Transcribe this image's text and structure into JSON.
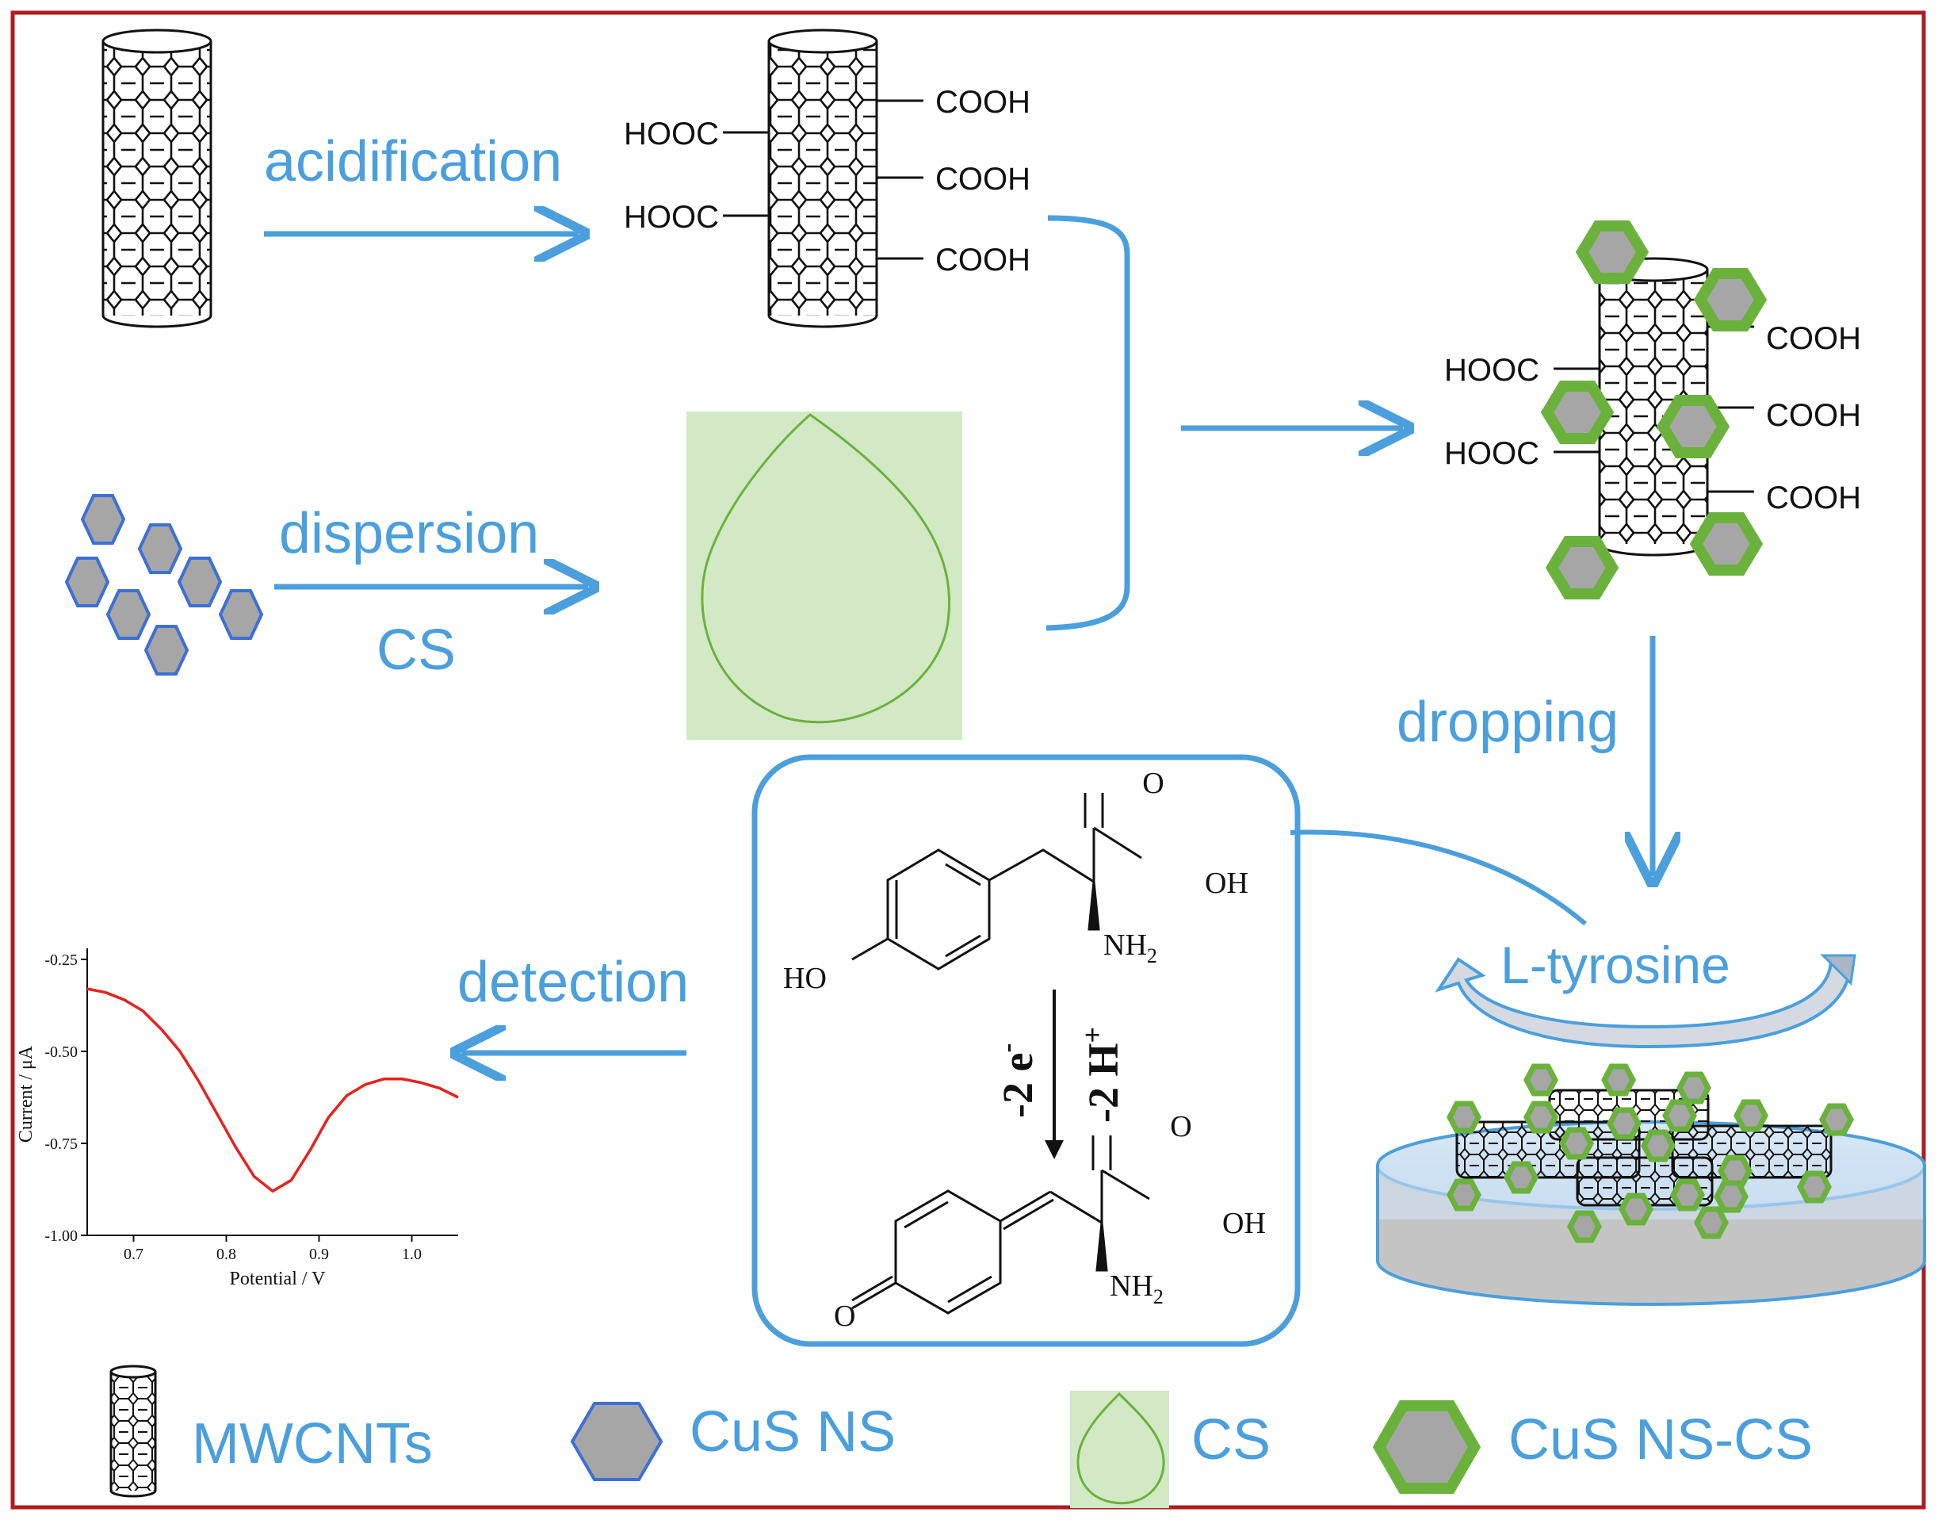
{
  "steps": {
    "acidification": "acidification",
    "dispersion": "dispersion",
    "cs": "CS",
    "dropping": "dropping",
    "detection": "detection",
    "ltyrosine": "L-tyrosine"
  },
  "groups": {
    "cooh": "COOH",
    "hooc": "HOOC"
  },
  "reaction": {
    "electrons": "-2 e",
    "electrons_sup": "-",
    "protons": "-2 H",
    "protons_sup": "+",
    "ho": "HO",
    "oh": "OH",
    "o": "O",
    "nh": "NH",
    "nh_sub": "2"
  },
  "legend": [
    {
      "label": "MWCNTs",
      "icon": "nanotube-icon"
    },
    {
      "label": "CuS NS",
      "icon": "hexagon-icon"
    },
    {
      "label": "CS",
      "icon": "droplet-icon"
    },
    {
      "label": "CuS NS-CS",
      "icon": "green-hexagon-icon"
    }
  ],
  "chart_data": {
    "type": "line",
    "xlabel": "Potential / V",
    "ylabel": "Current / μA",
    "xlim": [
      0.65,
      1.05
    ],
    "ylim": [
      -1.0,
      -0.22
    ],
    "xticks": [
      "0.7",
      "0.8",
      "0.9",
      "1.0"
    ],
    "yticks": [
      "-0.25",
      "-0.50",
      "-0.75",
      "-1.00"
    ],
    "series": [
      {
        "color": "#e8211c",
        "x": [
          0.65,
          0.67,
          0.69,
          0.71,
          0.73,
          0.75,
          0.77,
          0.79,
          0.81,
          0.83,
          0.85,
          0.87,
          0.89,
          0.91,
          0.93,
          0.95,
          0.97,
          0.99,
          1.01,
          1.03,
          1.05
        ],
        "y": [
          -0.33,
          -0.34,
          -0.36,
          -0.39,
          -0.44,
          -0.5,
          -0.58,
          -0.67,
          -0.76,
          -0.84,
          -0.88,
          -0.85,
          -0.77,
          -0.68,
          -0.62,
          -0.59,
          -0.575,
          -0.575,
          -0.585,
          -0.6,
          -0.625
        ]
      }
    ]
  },
  "colors": {
    "frame": "#b01b1f",
    "arrow": "#4a9fdc",
    "green": "#6ab23c",
    "cs_bg": "#d3e9c5",
    "hex_fill": "#a6a6a6",
    "hex_stroke": "#3d6fd6",
    "curve": "#e8211c"
  }
}
